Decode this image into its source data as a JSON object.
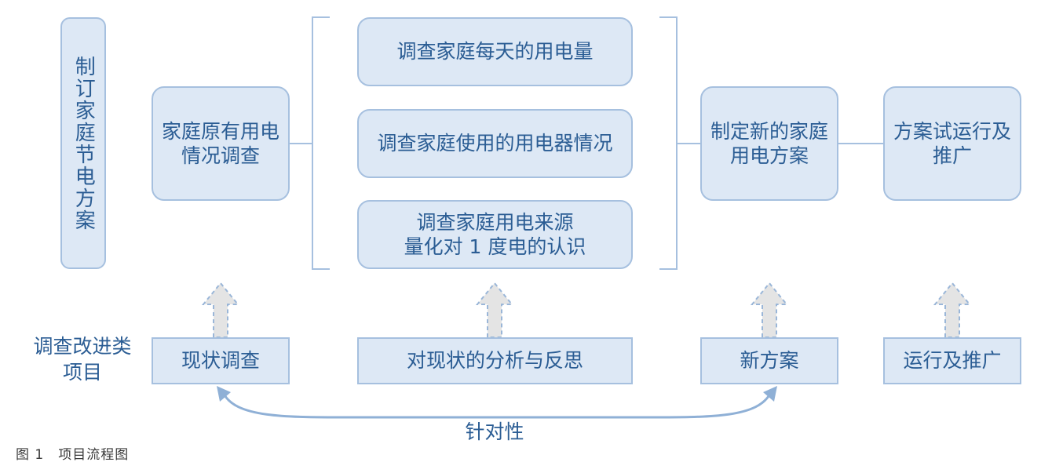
{
  "left_title": "制订家庭节电方案",
  "row_label": "调查改进类\n项目",
  "flow": {
    "step1": "家庭原有用电\n情况调查",
    "sub1": "调查家庭每天的用电量",
    "sub2": "调查家庭使用的用电器情况",
    "sub3": "调查家庭用电来源\n量化对 1 度电的认识",
    "step3": "制定新的家庭\n用电方案",
    "step4": "方案试运行及\n推广"
  },
  "stages": {
    "s1": "现状调查",
    "s2": "对现状的分析与反思",
    "s3": "新方案",
    "s4": "运行及推广"
  },
  "connector_label": "针对性",
  "caption": "图 1　项目流程图"
}
